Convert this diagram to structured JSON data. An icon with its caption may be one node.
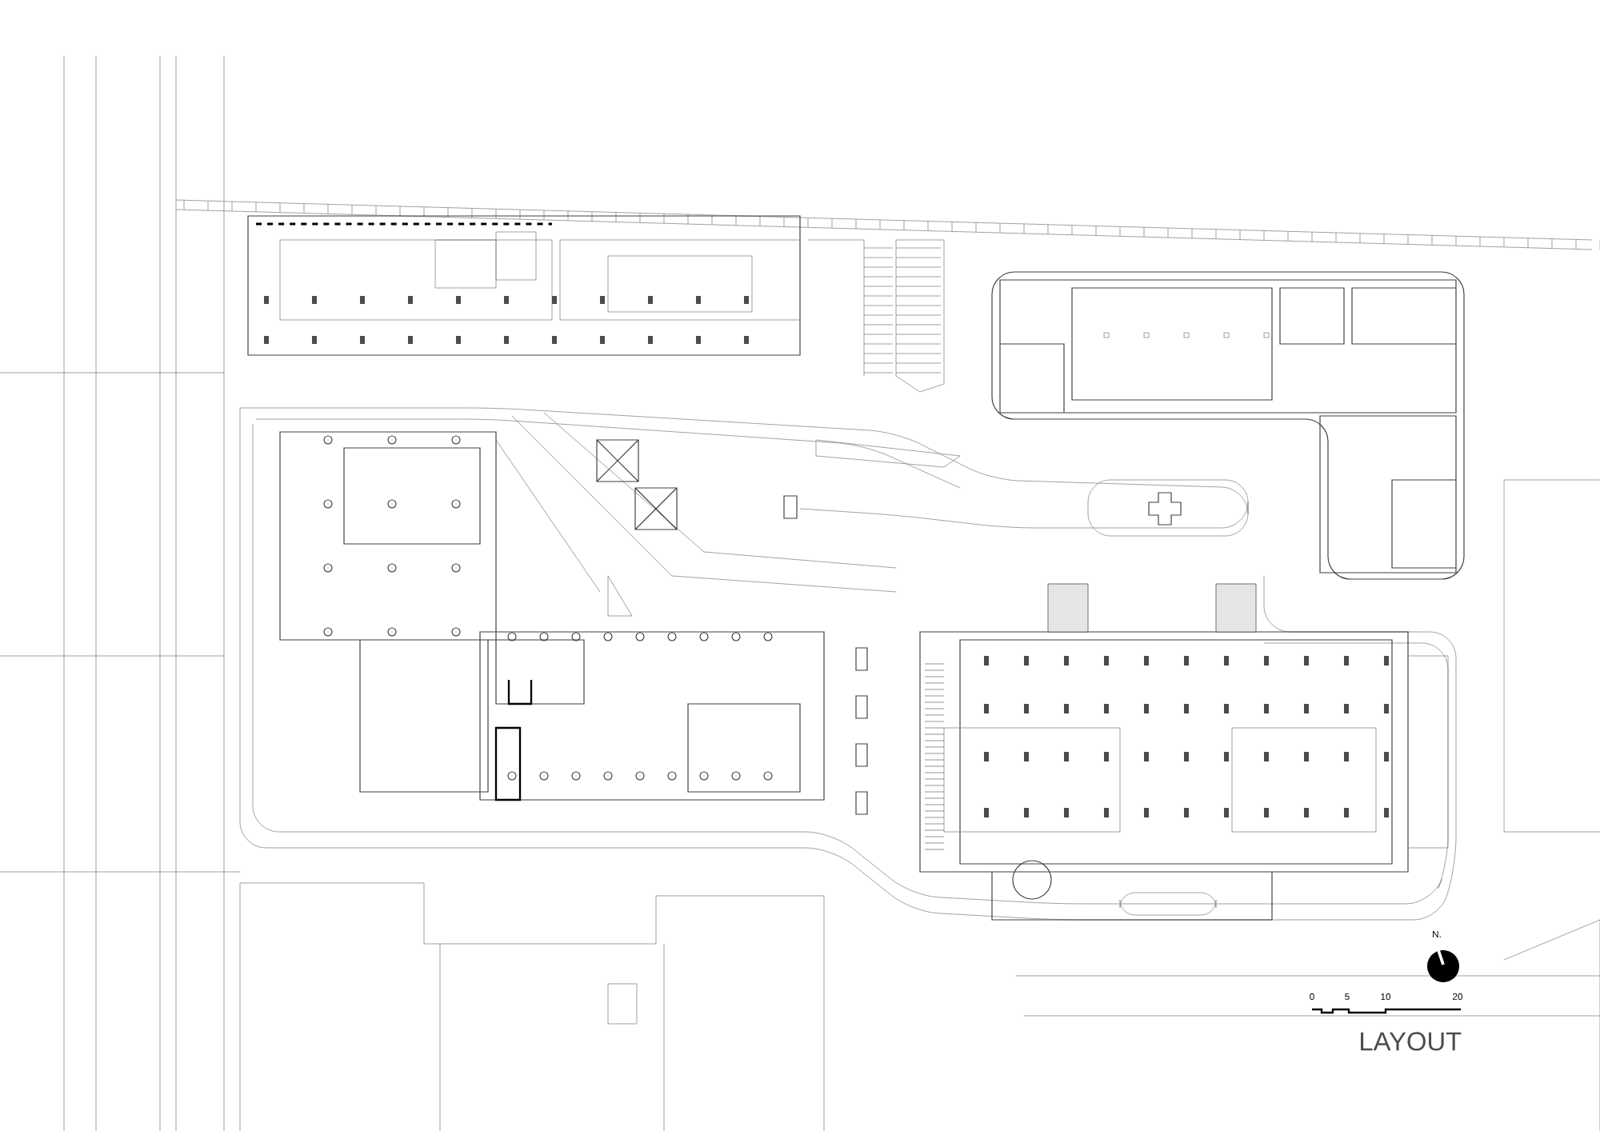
{
  "diagram": {
    "title": "LAYOUT",
    "labels": [
      "N.",
      "0",
      "5",
      "10",
      "20"
    ]
  }
}
